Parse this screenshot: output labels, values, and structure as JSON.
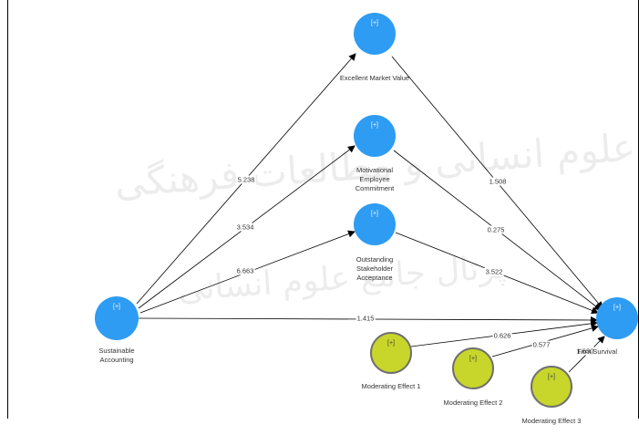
{
  "watermark": {
    "line1": "پژوهشگاه علوم انسانی و مطالعات فرهنگی",
    "line2": "پرتال جامع علوم انسانی"
  },
  "nodes": {
    "excellent_market_value": {
      "toggle": "[+]",
      "label": "Excellent Market Value",
      "color": "#2e9cf2"
    },
    "motivational_employee_commitment": {
      "toggle": "[+]",
      "label": "Motivational Employee Commitment",
      "color": "#2e9cf2"
    },
    "outstanding_stakeholder_acceptance": {
      "toggle": "[+]",
      "label": "Outstanding Stakeholder Acceptance",
      "color": "#2e9cf2"
    },
    "sustainable_accounting": {
      "toggle": "[+]",
      "label": "Sustainable Accounting",
      "color": "#2e9cf2"
    },
    "firm_survival": {
      "toggle": "[+]",
      "label": "Firm Survival",
      "color": "#2e9cf2"
    },
    "moderating_effect_1": {
      "toggle": "[+]",
      "label": "Moderating Effect 1",
      "color": "#c8d62b"
    },
    "moderating_effect_2": {
      "toggle": "[+]",
      "label": "Moderating Effect 2",
      "color": "#c8d62b"
    },
    "moderating_effect_3": {
      "toggle": "[+]",
      "label": "Moderating Effect 3",
      "color": "#c8d62b"
    }
  },
  "edges": {
    "sa_to_emv": "5.238",
    "sa_to_mec": "3.534",
    "sa_to_osa": "6.663",
    "sa_to_fs": "1.415",
    "emv_to_fs": "1.508",
    "mec_to_fs": "0.275",
    "osa_to_fs": "3.522",
    "me1_to_fs": "0.626",
    "me2_to_fs": "0.577",
    "me3_to_fs": "1.630"
  }
}
